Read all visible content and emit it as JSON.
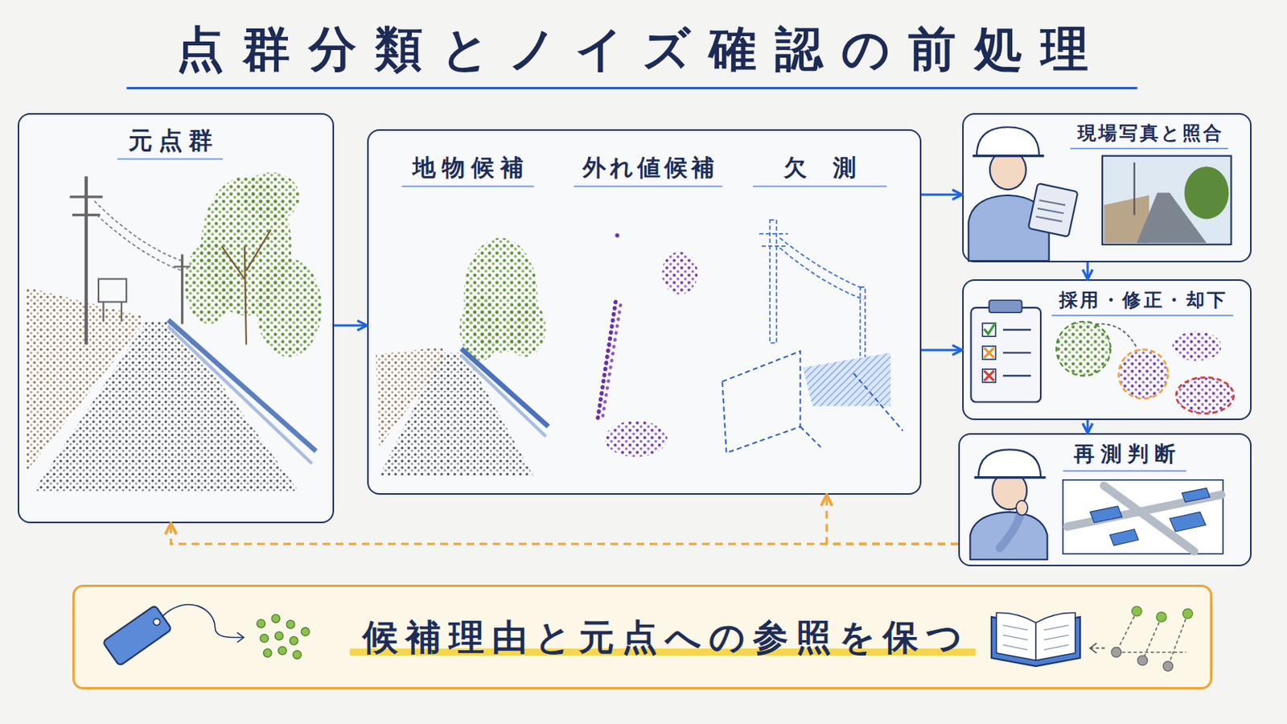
{
  "diagram": {
    "title": "点群分類とノイズ確認の前処理",
    "nodes": [
      {
        "text": [
          "元点群"
        ]
      },
      {
        "text": [
          "地物候補",
          "外れ値候補",
          "欠測"
        ]
      },
      {
        "text": [
          "現場写真と照合"
        ]
      },
      {
        "text": [
          "採用・修正・却下"
        ]
      },
      {
        "text": [
          "再測判断"
        ]
      },
      {
        "text": [
          "候補理由と元点への参照を保つ"
        ]
      }
    ],
    "edges": [
      {
        "from": 0,
        "to": 1,
        "arrow": "to"
      },
      {
        "from": 1,
        "to": 2,
        "arrow": "to"
      },
      {
        "from": 1,
        "to": 3,
        "arrow": "to"
      },
      {
        "from": 2,
        "to": 3,
        "arrow": "to"
      },
      {
        "from": 3,
        "to": 4,
        "arrow": "to"
      },
      {
        "from": 4,
        "to": 0,
        "arrow": "to"
      },
      {
        "from": 4,
        "to": 1,
        "arrow": "to"
      }
    ]
  }
}
